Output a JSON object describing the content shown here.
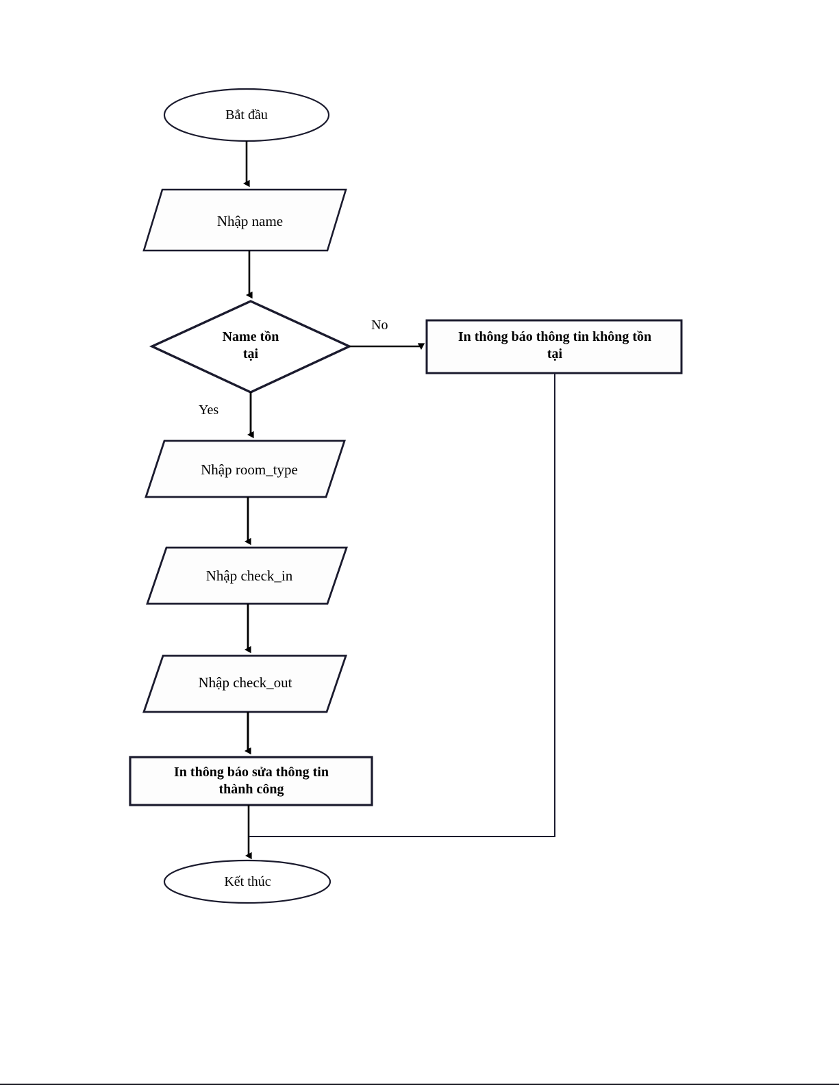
{
  "document": {
    "type": "flowchart",
    "language": "vi",
    "title": "Sua thong tin dat phong",
    "background_color": "#ffffff",
    "stroke_color": "#1b1b2e",
    "text_color": "#000000"
  },
  "nodes": [
    {
      "id": "start",
      "shape": "ellipse",
      "label": "Bắt đầu"
    },
    {
      "id": "name",
      "shape": "parallelogram",
      "label": "Nhập name"
    },
    {
      "id": "decision",
      "shape": "diamond",
      "label": "Name tồn\ntại"
    },
    {
      "id": "notexist",
      "shape": "rectangle",
      "label": "In thông báo thông tin không tồn\ntại"
    },
    {
      "id": "room",
      "shape": "parallelogram",
      "label": "Nhập room_type"
    },
    {
      "id": "checkin",
      "shape": "parallelogram",
      "label": "Nhập check_in"
    },
    {
      "id": "checkout",
      "shape": "parallelogram",
      "label": "Nhập check_out"
    },
    {
      "id": "success",
      "shape": "rectangle",
      "label": "In thông báo sửa thông tin\nthành công"
    },
    {
      "id": "end",
      "shape": "ellipse",
      "label": "Kết thúc"
    }
  ],
  "edges": [
    {
      "from": "start",
      "to": "name",
      "label": ""
    },
    {
      "from": "name",
      "to": "decision",
      "label": ""
    },
    {
      "from": "decision",
      "to": "notexist",
      "label": "No"
    },
    {
      "from": "decision",
      "to": "room",
      "label": "Yes"
    },
    {
      "from": "room",
      "to": "checkin",
      "label": ""
    },
    {
      "from": "checkin",
      "to": "checkout",
      "label": ""
    },
    {
      "from": "checkout",
      "to": "success",
      "label": ""
    },
    {
      "from": "success",
      "to": "end",
      "label": ""
    },
    {
      "from": "notexist",
      "to": "end",
      "label": ""
    }
  ],
  "edge_labels": {
    "no": "No",
    "yes": "Yes"
  }
}
